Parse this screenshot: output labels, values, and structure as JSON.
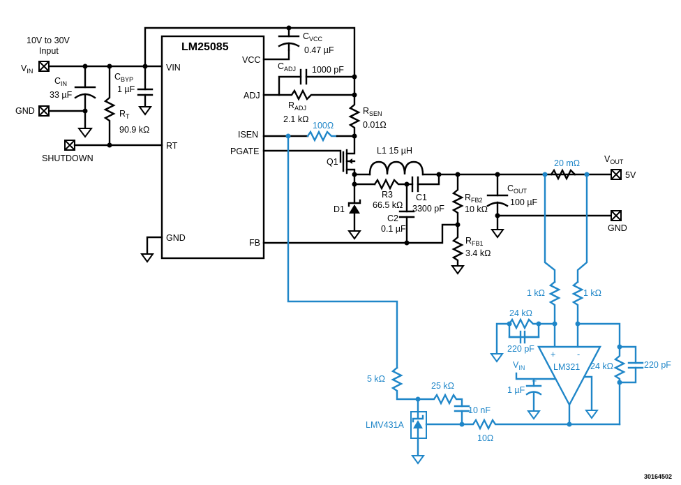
{
  "colors": {
    "wire": "#000000",
    "feedback_wire": "#1f86c8",
    "background": "#ffffff"
  },
  "figure_id": "30164502",
  "chip": {
    "name": "LM25085",
    "pins": {
      "vin": "VIN",
      "rt": "RT",
      "gnd": "GND",
      "vcc": "VCC",
      "adj": "ADJ",
      "isen": "ISEN",
      "pgate": "PGATE",
      "fb": "FB"
    }
  },
  "input": {
    "range_line1": "10V to 30V",
    "range_line2": "Input",
    "vin_label": "V",
    "vin_sub": "IN",
    "gnd_label": "GND",
    "shutdown_label": "SHUTDOWN"
  },
  "components": {
    "cin": {
      "name": "C",
      "sub": "IN",
      "value": "33 µF"
    },
    "cbyp": {
      "name": "C",
      "sub": "BYP",
      "value": "1 µF"
    },
    "rt": {
      "name": "R",
      "sub": "T",
      "value": "90.9 kΩ"
    },
    "cvcc": {
      "name": "C",
      "sub": "VCC",
      "value": "0.47 µF"
    },
    "cadj": {
      "name": "C",
      "sub": "ADJ",
      "value": "1000 pF"
    },
    "radj": {
      "name": "R",
      "sub": "ADJ",
      "value": "2.1 kΩ"
    },
    "rsen": {
      "name": "R",
      "sub": "SEN",
      "value": "0.01Ω"
    },
    "risen": {
      "value": "100Ω"
    },
    "q1": {
      "name": "Q1"
    },
    "l1": {
      "label": "L1 15 µH"
    },
    "d1": {
      "name": "D1"
    },
    "r3": {
      "name": "R3",
      "value": "66.5 kΩ"
    },
    "c1": {
      "name": "C1",
      "value": "3300 pF"
    },
    "c2": {
      "name": "C2",
      "value": "0.1 µF"
    },
    "rfb2": {
      "name": "R",
      "sub": "FB2",
      "value": "10 kΩ"
    },
    "rfb1": {
      "name": "R",
      "sub": "FB1",
      "value": "3.4 kΩ"
    },
    "cout": {
      "name": "C",
      "sub": "OUT",
      "value": "100 µF"
    },
    "rshunt": {
      "value": "20 mΩ"
    }
  },
  "output": {
    "vout_label": "V",
    "vout_sub": "OUT",
    "vout_value": "5V",
    "gnd_label": "GND"
  },
  "sense_amp": {
    "opamp": "LM321",
    "plus": "+",
    "minus": "-",
    "r_left": "1 kΩ",
    "r_right": "1 kΩ",
    "r_fb_left": "24 kΩ",
    "c_fb_left": "220 pF",
    "r_fb_right": "24 kΩ",
    "c_fb_right": "220 pF",
    "vin_label": "V",
    "vin_sub": "IN",
    "c_supply": "1 µF",
    "c_supply_plus": "+",
    "r_5k": "5 kΩ",
    "r_25k": "25 kΩ",
    "c_10n": "10 nF",
    "r_10": "10Ω",
    "shunt_ref": "LMV431A"
  }
}
